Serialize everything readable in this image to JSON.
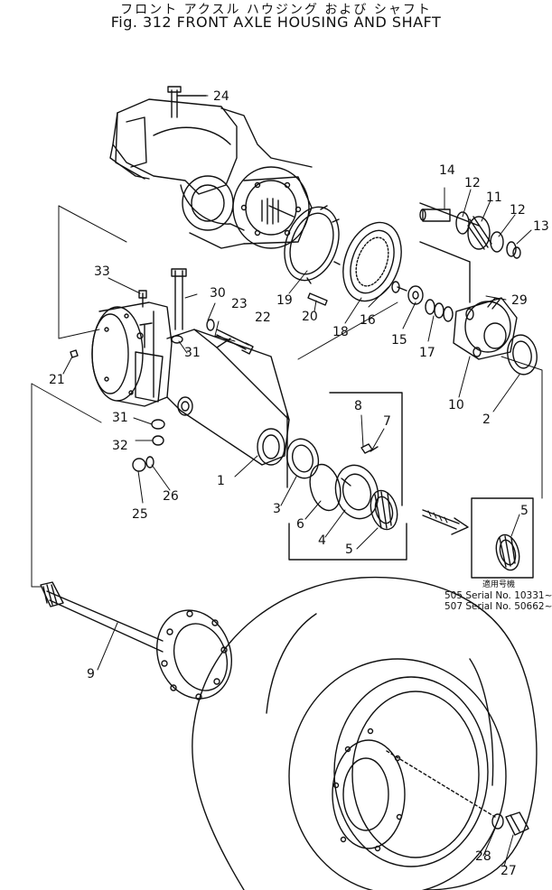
{
  "header": {
    "title_jp": "フロント アクスル ハウジング および シャフト",
    "title_en": "Fig. 312 FRONT AXLE HOUSING AND SHAFT"
  },
  "part_numbers": {
    "p1": "1",
    "p2": "2",
    "p3": "3",
    "p4": "4",
    "p5": "5",
    "p5b": "5",
    "p6": "6",
    "p7": "7",
    "p8": "8",
    "p9": "9",
    "p10": "10",
    "p11": "11",
    "p12": "12",
    "p12b": "12",
    "p13": "13",
    "p14": "14",
    "p15": "15",
    "p16": "16",
    "p17": "17",
    "p18": "18",
    "p19": "19",
    "p20": "20",
    "p21": "21",
    "p22": "22",
    "p23": "23",
    "p24": "24",
    "p25": "25",
    "p26": "26",
    "p27": "27",
    "p28": "28",
    "p29": "29",
    "p30": "30",
    "p31": "31",
    "p31b": "31",
    "p32": "32",
    "p33": "33"
  },
  "applicability_note": {
    "heading": "適用号機",
    "line1": "505 Serial No. 10331~",
    "line2": "507 Serial No. 50662~"
  }
}
